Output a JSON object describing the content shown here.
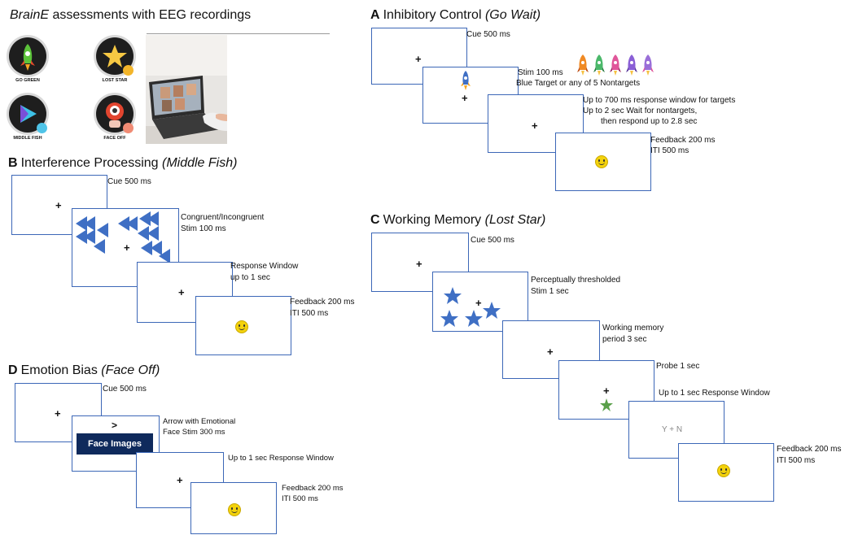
{
  "header": {
    "title_italic": "BrainE",
    "title_rest": " assessments with EEG recordings",
    "icons": [
      {
        "label": "GO GREEN",
        "icon": "rocket-icon"
      },
      {
        "label": "LOST STAR",
        "icon": "star-icon"
      },
      {
        "label": "MIDDLE FISH",
        "icon": "fish-arrow-icon"
      },
      {
        "label": "FACE OFF",
        "icon": "face-icon"
      }
    ]
  },
  "panelA": {
    "letter": "A",
    "title": "Inhibitory Control ",
    "title_italic": "(Go Wait)",
    "cue": "Cue 500 ms",
    "stim": "Stim 100 ms",
    "stim_note": "Blue Target or any of 5 Nontargets",
    "resp1": "Up to 700 ms response window for targets",
    "resp2": "Up to 2 sec Wait for nontargets,",
    "resp3": "then respond up to 2.8 sec",
    "fb1": "Feedback 200 ms",
    "fb2": "ITI 500 ms"
  },
  "panelB": {
    "letter": "B",
    "title": "Interference Processing ",
    "title_italic": "(Middle Fish)",
    "cue": "Cue 500 ms",
    "stim1": "Congruent/Incongruent",
    "stim2": "Stim 100 ms",
    "resp1": "Response Window",
    "resp2": "up to 1 sec",
    "fb1": "Feedback 200 ms",
    "fb2": "ITI 500 ms"
  },
  "panelC": {
    "letter": "C",
    "title": "Working Memory ",
    "title_italic": "(Lost Star)",
    "cue": "Cue 500 ms",
    "stim1": "Perceptually thresholded",
    "stim2": "Stim 1 sec",
    "wm1": "Working memory",
    "wm2": "period 3 sec",
    "probe": "Probe 1 sec",
    "resp": "Up to 1 sec Response Window",
    "yn": "Y + N",
    "fb1": "Feedback 200 ms",
    "fb2": "ITI 500 ms"
  },
  "panelD": {
    "letter": "D",
    "title": "Emotion Bias ",
    "title_italic": "(Face Off)",
    "cue": "Cue 500 ms",
    "stim1": "Arrow with Emotional",
    "stim2": "Face Stim 300 ms",
    "arrow": ">",
    "face_box": "Face Images",
    "resp": "Up to 1 sec Response Window",
    "fb1": "Feedback 200 ms",
    "fb2": "ITI 500 ms"
  },
  "fixation": "+",
  "colors": {
    "frame": "#3c67b7",
    "target": "#3f6fc4",
    "probe": "#5aa04a",
    "smiley": "#f3d20c"
  }
}
